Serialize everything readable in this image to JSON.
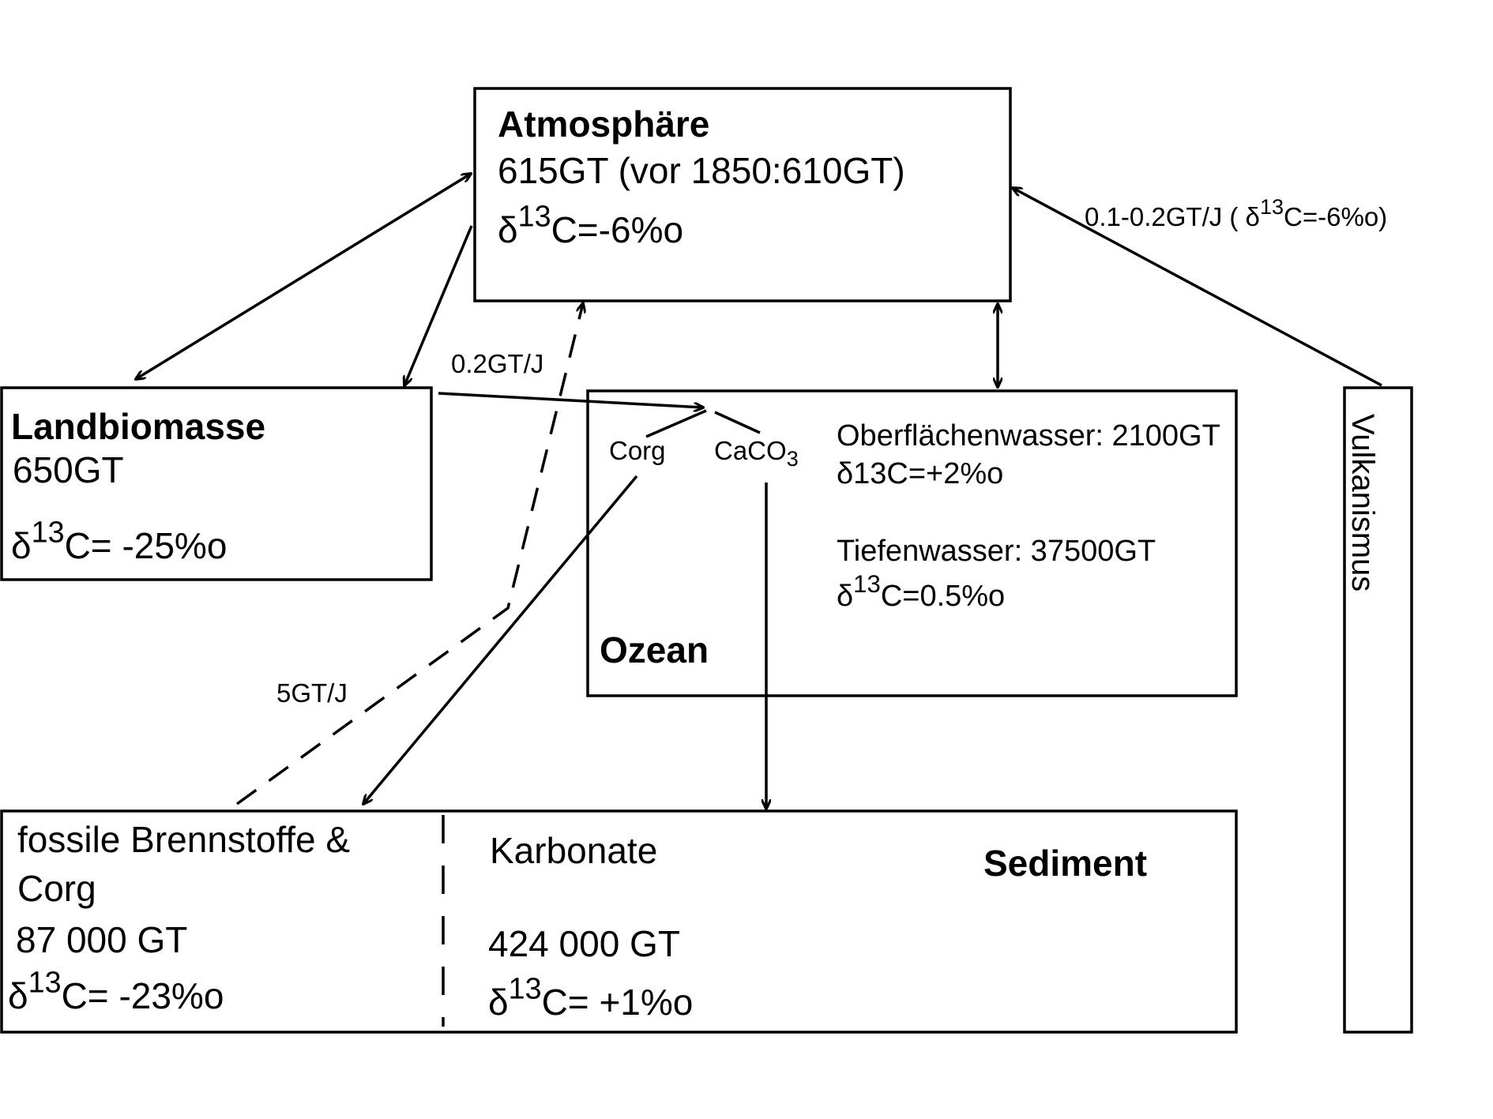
{
  "atmosphere": {
    "title": "Atmosphäre",
    "amount": "615GT (vor 1850:610GT)",
    "delta_prefix": "δ",
    "delta_sup": "13",
    "delta_rest": "C=-6%o"
  },
  "land_biomass": {
    "title": "Landbiomasse",
    "amount": "650GT",
    "delta_prefix": "δ",
    "delta_sup": "13",
    "delta_rest": "C= -25%o"
  },
  "ocean": {
    "title": "Ozean",
    "corg_label": "Corg",
    "caco3_label": "CaCO",
    "caco3_sub": "3",
    "surface_water": "Oberflächenwasser: 2100GT",
    "surface_delta": "δ13C=+2%o",
    "deep_water": "Tiefenwasser: 37500GT",
    "deep_delta_prefix": "δ",
    "deep_delta_sup": "13",
    "deep_delta_rest": "C=0.5%o"
  },
  "sediment": {
    "title": "Sediment",
    "fossil_line1": "fossile Brennstoffe &",
    "fossil_line2": "Corg",
    "fossil_amount": "87 000 GT",
    "fossil_delta_prefix": "δ",
    "fossil_delta_sup": "13",
    "fossil_delta_rest": "C= -23%o",
    "carbonate_title": "Karbonate",
    "carbonate_amount": "424 000 GT",
    "carbonate_delta_prefix": "δ",
    "carbonate_delta_sup": "13",
    "carbonate_delta_rest": "C= +1%o"
  },
  "volcanism": {
    "label": "Vulkanismus"
  },
  "fluxes": {
    "volcanic_prefix": "0.1-0.2GT/J (  δ",
    "volcanic_sup": "13",
    "volcanic_rest": "C=-6%o)",
    "land_to_ocean": "0.2GT/J",
    "fossil_emission": "5GT/J"
  }
}
